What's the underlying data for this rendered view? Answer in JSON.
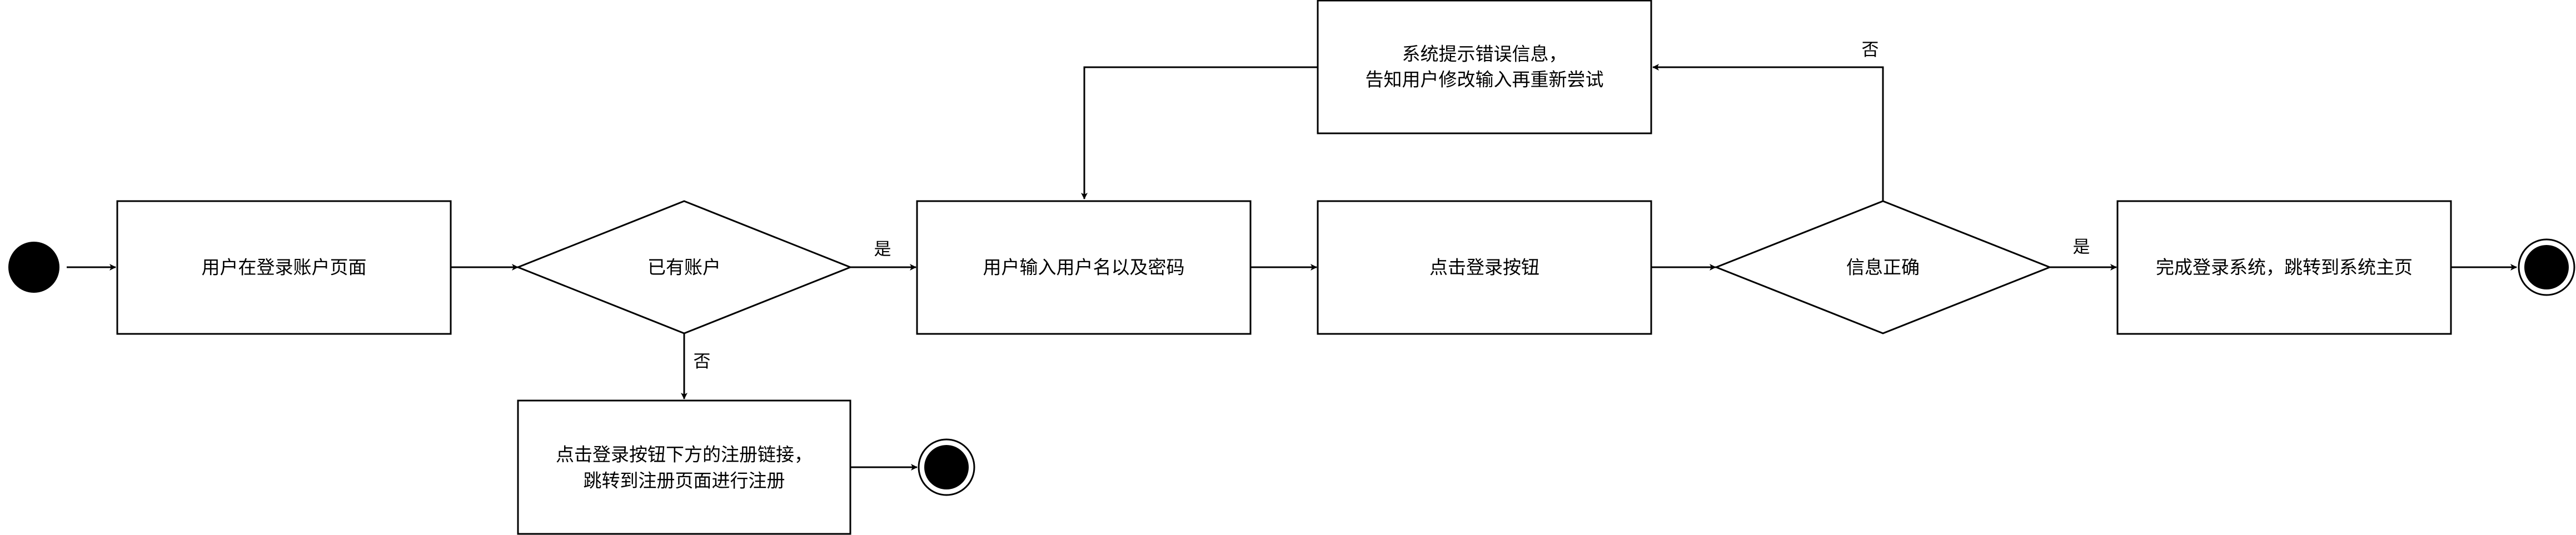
{
  "nodes": {
    "login_page": "用户在登录账户页面",
    "has_account": "已有账户",
    "input_credentials": "用户输入用户名以及密码",
    "click_login": "点击登录按钮",
    "info_correct": "信息正确",
    "complete_login": "完成登录系统，跳转到系统主页",
    "error_prompt_line1": "系统提示错误信息，",
    "error_prompt_line2": "告知用户修改输入再重新尝试",
    "register_line1": "点击登录按钮下方的注册链接，",
    "register_line2": "跳转到注册页面进行注册"
  },
  "edge_labels": {
    "has_account_yes": "是",
    "has_account_no": "否",
    "info_correct_yes": "是",
    "info_correct_no": "否"
  },
  "colors": {
    "stroke": "#000000",
    "fill": "#ffffff",
    "terminal": "#000000"
  }
}
